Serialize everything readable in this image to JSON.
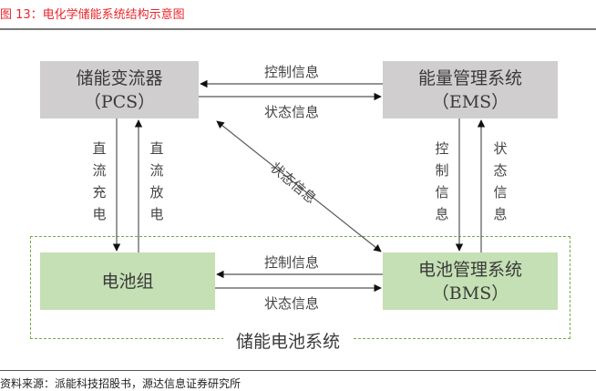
{
  "figure": {
    "title": "图 13：电化学储能系统结构示意图",
    "source": "资料来源：派能科技招股书，源达信息证券研究所"
  },
  "nodes": {
    "pcs": {
      "name": "储能变流器",
      "abbr": "（PCS）"
    },
    "ems": {
      "name": "能量管理系统",
      "abbr": "（EMS）"
    },
    "battery_pack": {
      "name": "电池组"
    },
    "bms": {
      "name": "电池管理系统",
      "abbr": "（BMS）"
    }
  },
  "group": {
    "label": "储能电池系统"
  },
  "edges": {
    "ems_to_pcs": "控制信息",
    "pcs_to_ems": "状态信息",
    "pcs_to_battery": "直流充电",
    "battery_to_pcs": "直流放电",
    "bms_pcs_diag": "状态信息",
    "ems_to_bms": "控制信息",
    "bms_to_ems": "状态信息",
    "bms_to_battery": "控制信息",
    "battery_to_bms": "状态信息"
  },
  "colors": {
    "title_red": "#e8262b",
    "top_box_gray": "#d0cece",
    "bottom_box_green": "#c5e0b4",
    "group_border_green": "#70ad47"
  }
}
